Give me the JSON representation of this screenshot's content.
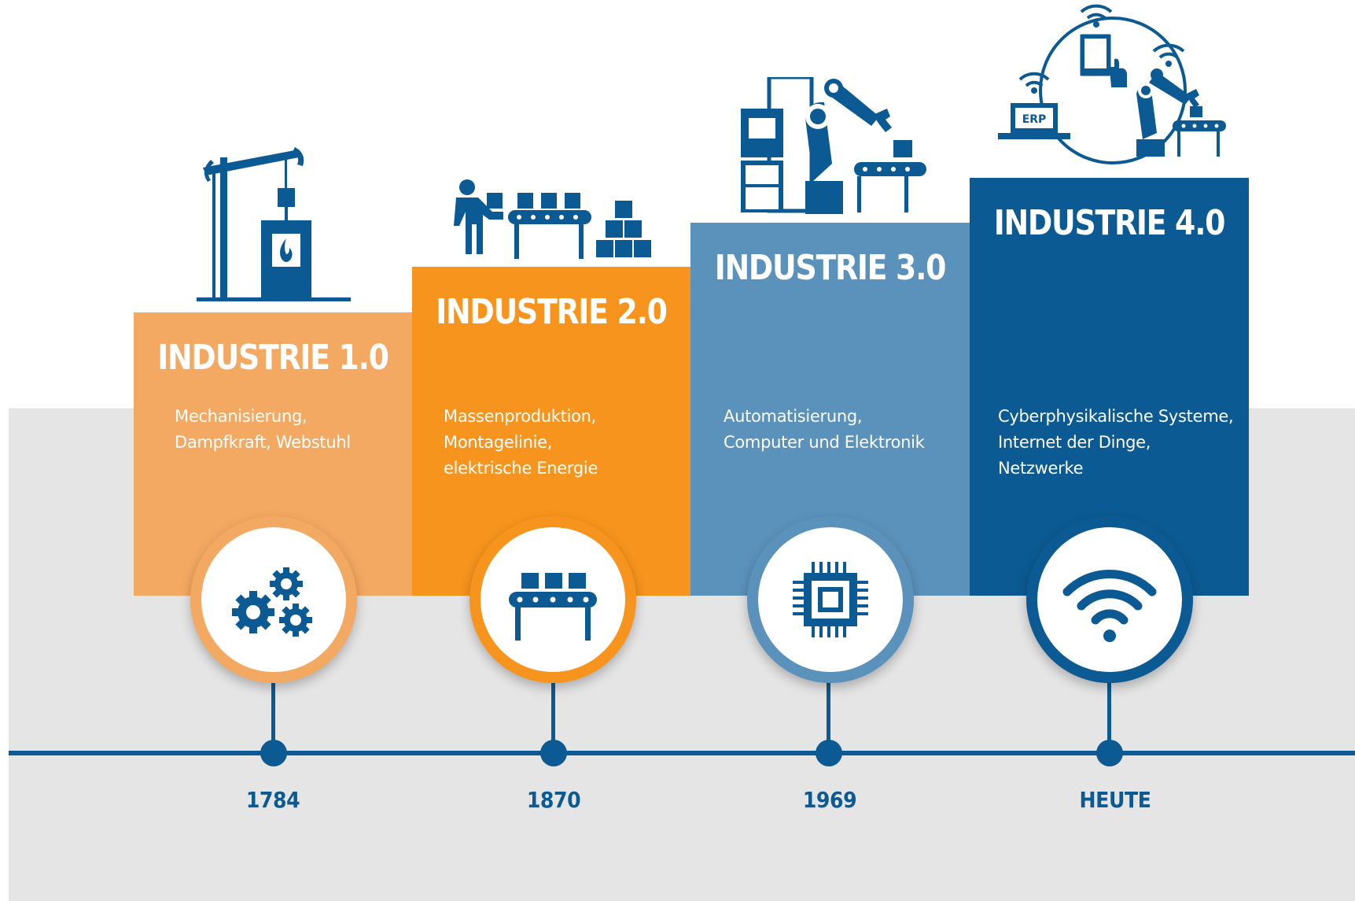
{
  "eras": [
    {
      "title": "INDUSTRIE 1.0",
      "description": "Mechanisierung,\nDampfkraft, Webstuhl",
      "year": "1784",
      "color": "#f4a962",
      "ring_color": "#f4a962",
      "era_icon": "steam-pump-icon",
      "circle_icon": "gears-icon"
    },
    {
      "title": "INDUSTRIE 2.0",
      "description": "Massenproduktion,\nMontagelinie,\nelektrische Energie",
      "year": "1870",
      "color": "#f7941d",
      "ring_color": "#f7941d",
      "era_icon": "assembly-line-worker-icon",
      "circle_icon": "conveyor-belt-icon"
    },
    {
      "title": "INDUSTRIE 3.0",
      "description": "Automatisierung,\nComputer und Elektronik",
      "year": "1969",
      "color": "#5b92bb",
      "ring_color": "#5b92bb",
      "era_icon": "robot-arm-computer-icon",
      "circle_icon": "microchip-icon"
    },
    {
      "title": "INDUSTRIE 4.0",
      "description": "Cyberphysikalische Systeme,\nInternet der Dinge,\nNetzwerke",
      "year": "HEUTE",
      "color": "#0c5a93",
      "ring_color": "#0c5a93",
      "era_icon": "connected-network-icon",
      "circle_icon": "wifi-icon",
      "erp_label": "ERP"
    }
  ],
  "colors": {
    "primary_blue": "#0c5a93",
    "background_band": "#e5e5e5"
  }
}
